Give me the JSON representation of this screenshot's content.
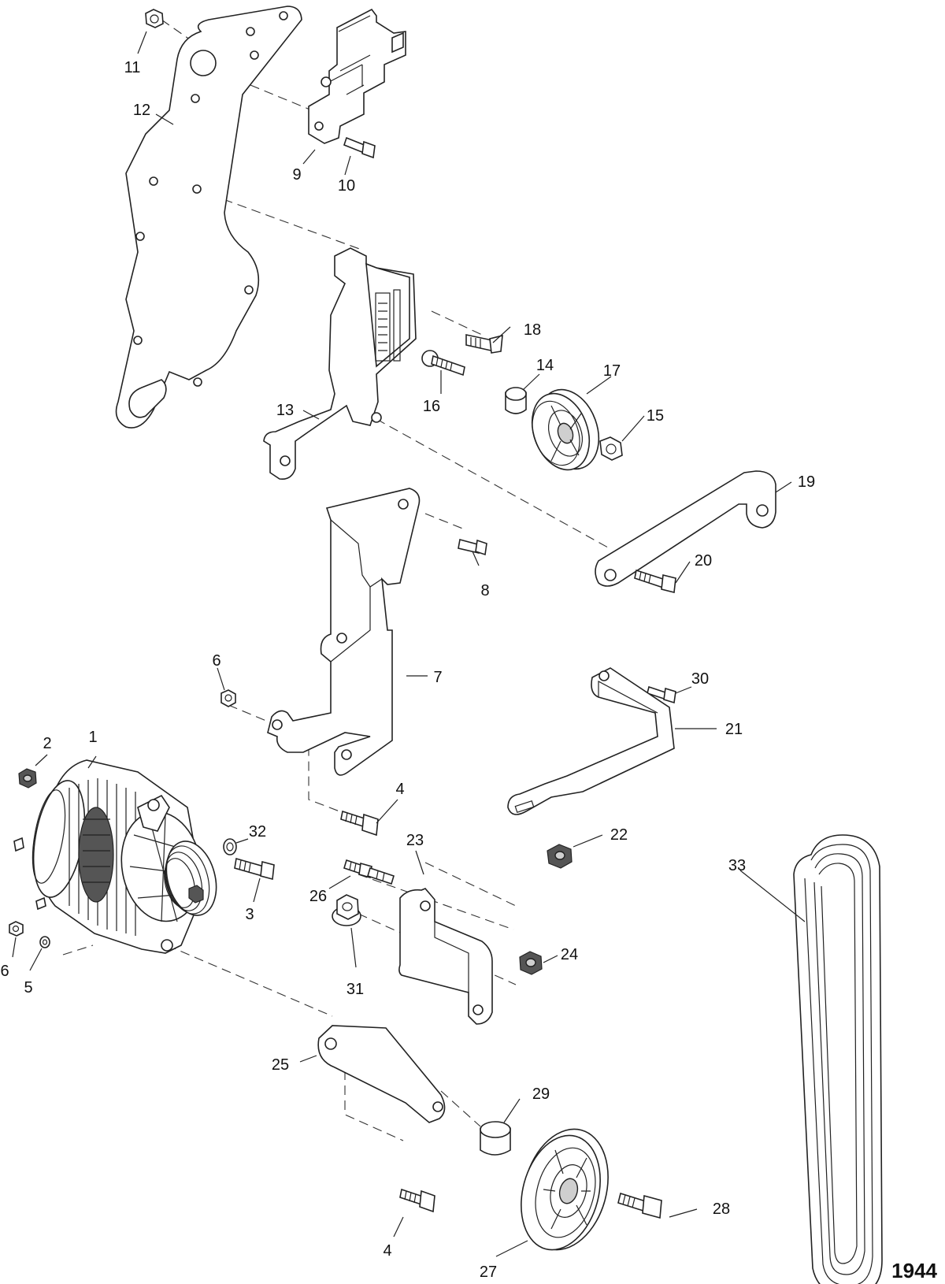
{
  "figure_number": "1944",
  "callouts": [
    "1",
    "2",
    "3",
    "4",
    "4",
    "5",
    "6",
    "6",
    "7",
    "8",
    "9",
    "10",
    "11",
    "12",
    "13",
    "14",
    "15",
    "16",
    "17",
    "18",
    "19",
    "20",
    "21",
    "22",
    "23",
    "24",
    "25",
    "26",
    "27",
    "28",
    "29",
    "30",
    "31",
    "32",
    "33"
  ]
}
